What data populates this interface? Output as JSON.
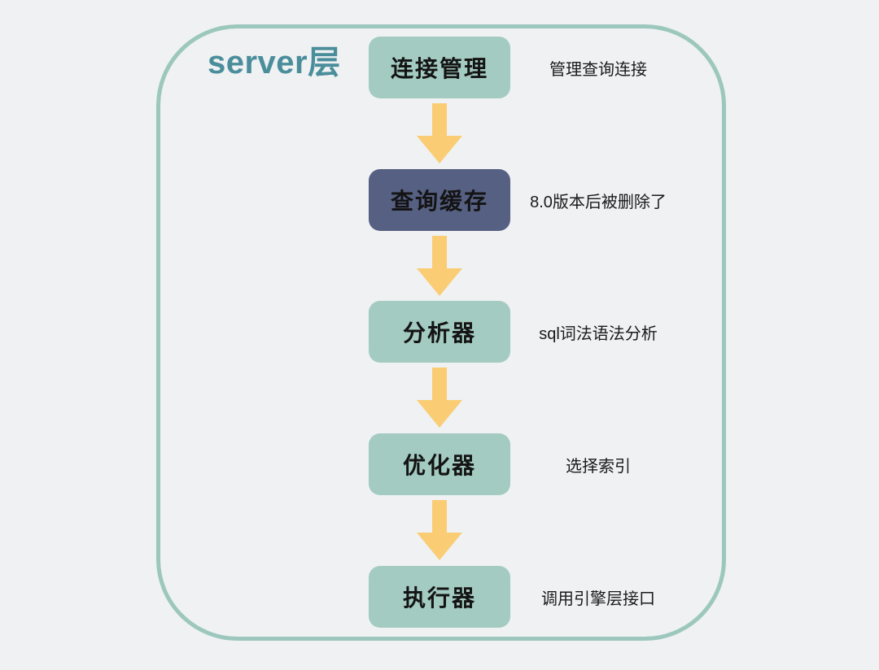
{
  "diagram": {
    "title": "server层",
    "steps": [
      {
        "label": "连接管理",
        "note": "管理查询连接",
        "variant": "teal"
      },
      {
        "label": "查询缓存",
        "note": "8.0版本后被删除了",
        "variant": "dark"
      },
      {
        "label": "分析器",
        "note": "sql词法语法分析",
        "variant": "teal"
      },
      {
        "label": "优化器",
        "note": "选择索引",
        "variant": "teal"
      },
      {
        "label": "执行器",
        "note": "调用引擎层接口",
        "variant": "teal"
      }
    ],
    "colors": {
      "background": "#EFF1F2",
      "frame_border": "#9CC7BD",
      "box_teal": "#A3CBC1",
      "box_dark": "#566083",
      "arrow": "#FACD75",
      "title": "#4A8D9B",
      "text": "#1A1A1A"
    },
    "layout": {
      "box_tops": [
        45,
        208,
        370,
        533,
        696
      ],
      "arrow_tops": [
        127,
        290,
        452,
        615
      ]
    }
  }
}
